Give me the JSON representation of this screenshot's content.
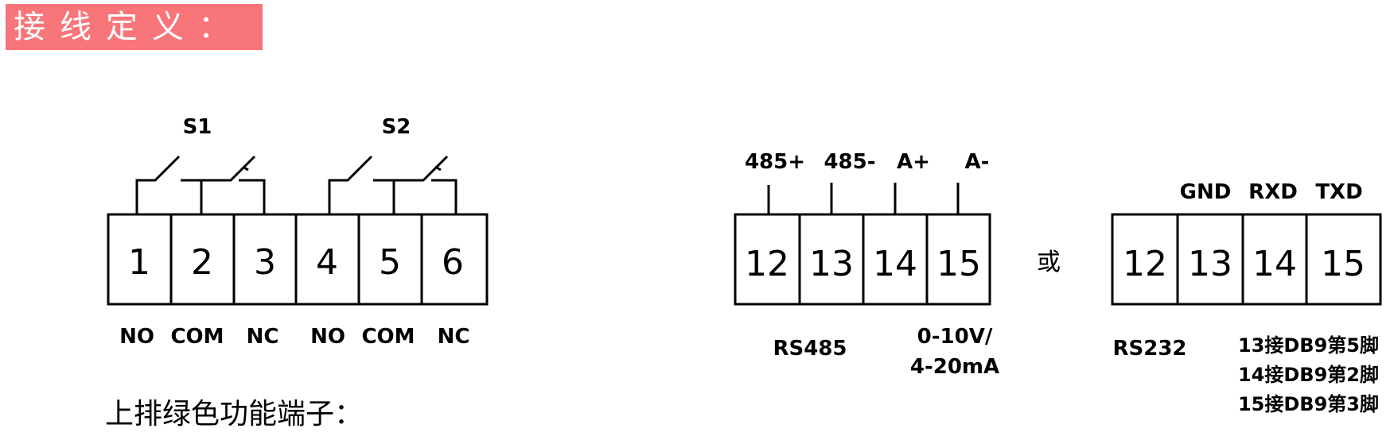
{
  "title": "接线定义：",
  "relays": {
    "labels": [
      "S1",
      "S2"
    ],
    "terminals": [
      "1",
      "2",
      "3",
      "4",
      "5",
      "6"
    ],
    "contacts": [
      "NO",
      "COM",
      "NC",
      "NO",
      "COM",
      "NC"
    ]
  },
  "rs485_block": {
    "signals": [
      "485+",
      "485-",
      "A+",
      "A-"
    ],
    "terminals": [
      "12",
      "13",
      "14",
      "15"
    ],
    "bus_label": "RS485",
    "analog_label_line1": "0-10V/",
    "analog_label_line2": "4-20mA"
  },
  "or_label": "或",
  "rs232_block": {
    "signals": [
      "GND",
      "RXD",
      "TXD"
    ],
    "terminals": [
      "12",
      "13",
      "14",
      "15"
    ],
    "bus_label": "RS232",
    "notes": [
      "13接DB9第5脚",
      "14接DB9第2脚",
      "15接DB9第3脚"
    ]
  },
  "footer": "上排绿色功能端子："
}
